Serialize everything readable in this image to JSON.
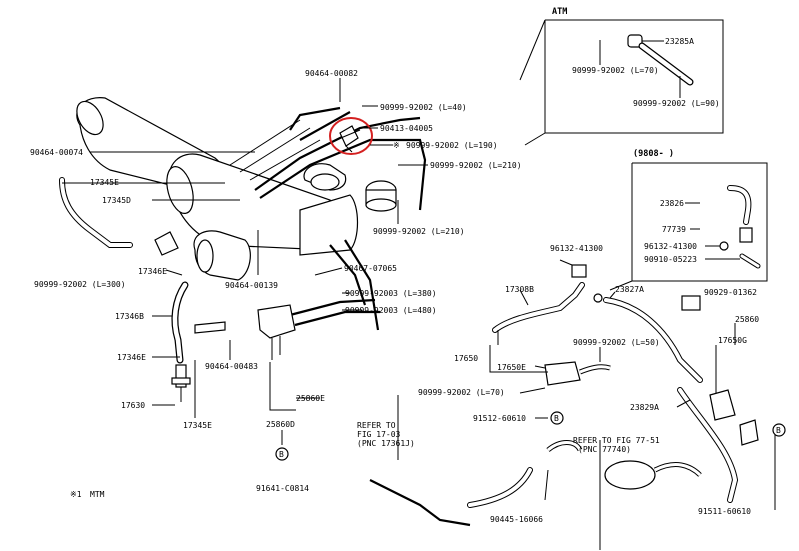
{
  "diagram": {
    "atm_box_title": "ATM",
    "date_box_title": "(9808-          )",
    "footnote_mark": "※1",
    "footnote_text": "MTM",
    "highlight_color": "#d42020",
    "part_numbers": {
      "p23285a": "23285A",
      "atm_hose_70": "90999-92002 (L=70)",
      "atm_hose_90": "90999-92002 (L=90)",
      "p9046400082": "90464-00082",
      "hose_40": "90999-92002 (L=40)",
      "p9041304005": "90413-04005",
      "hose_190": "90999-92002 (L=190)",
      "hose_210a": "90999-92002 (L=210)",
      "hose_210b": "90999-92002 (L=210)",
      "p9046400074": "90464-00074",
      "p17345e_a": "17345E",
      "p17345d": "17345D",
      "hose_300": "90999-92002 (L=300)",
      "p17346e": "17346E",
      "p17346b": "17346B",
      "p17346e_b": "17346E",
      "p17630": "17630",
      "p17345e_b": "17345E",
      "p9046400139": "90464-00139",
      "p9046400483": "90464-00483",
      "p9046707065": "90467-07065",
      "hose_380": "90999-92003 (L=380)",
      "hose_480": "90999-92003 (L=480)",
      "p25860e": "25860E",
      "p25860d": "25860D",
      "p9164100814": "91641-C0814",
      "p23826": "23826",
      "p77739": "77739",
      "p9613241300a": "96132-41300",
      "p9091005223": "90910-05223",
      "p9613241300b": "96132-41300",
      "p17308b": "17308B",
      "p23827a": "23827A",
      "p9092901362": "90929-01362",
      "p25860": "25860",
      "p17650g": "17650G",
      "hose_50": "90999-92002 (L=50)",
      "p17650": "17650",
      "p17650e": "17650E",
      "hose_70": "90999-92002 (L=70)",
      "p9151260610": "91512-60610",
      "p23829a": "23829A",
      "p9144516066": "90445-16066",
      "p9151160610": "91511-60610"
    },
    "notes": {
      "refer_1_line1": "REFER TO",
      "refer_1_line2": "FIG 17-03",
      "refer_1_line3": "(PNC 17361J)",
      "refer_2_line1": "REFER TO FIG 77-51",
      "refer_2_line2": "(PNC 77740)"
    },
    "markers": {
      "star_mark": "※",
      "bolt_b": "B"
    }
  }
}
